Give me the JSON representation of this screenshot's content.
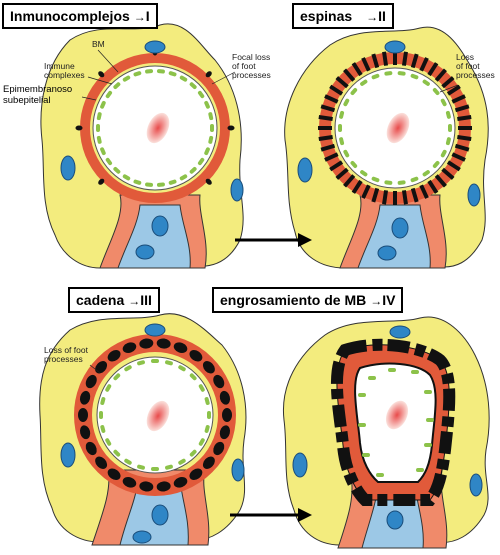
{
  "stages": [
    {
      "title": "Inmunocomplejos",
      "roman": "I",
      "annotations": [
        "BM",
        "Immune\ncomplexes",
        "Epimembranoso\nsubepitelial",
        "Focal loss\nof foot\nprocesses"
      ]
    },
    {
      "title": "espinas",
      "roman": "II",
      "annotations": [
        "Loss\nof foot\nprocesses"
      ]
    },
    {
      "title": "cadena",
      "roman": "III",
      "annotations": [
        "Loss of foot\nprocesses"
      ]
    },
    {
      "title": "engrosamiento de MB",
      "roman": "IV",
      "annotations": []
    }
  ],
  "arrow_glyph": "→",
  "colors": {
    "epithelium": "#f3ec7e",
    "endothelium": "#f08a6a",
    "mesangium": "#9cc8e6",
    "nucleus": "#2f86c6",
    "membrane": "#e15a3a",
    "deposit": "#111111",
    "foot_process": "#8cc24a",
    "red_cell": "#e84b4b"
  }
}
